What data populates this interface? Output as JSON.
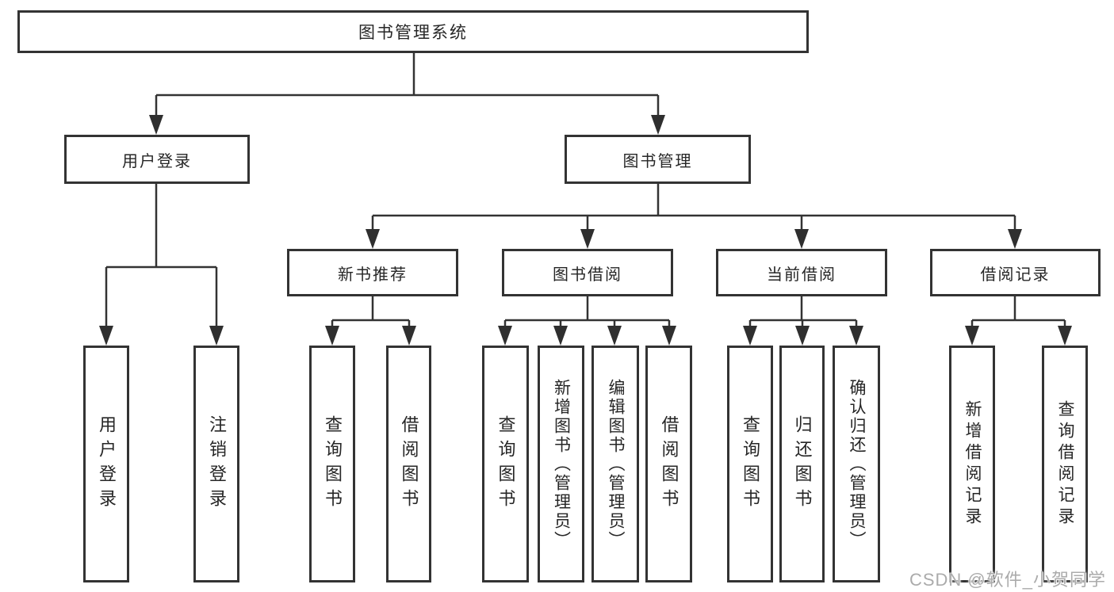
{
  "diagram": {
    "root": {
      "label": "图书管理系统"
    },
    "branches": [
      {
        "label": "用户登录",
        "children": [
          {
            "label": "用户登录"
          },
          {
            "label": "注销登录"
          }
        ]
      },
      {
        "label": "图书管理",
        "children": [
          {
            "label": "新书推荐",
            "children": [
              {
                "label": "查询图书"
              },
              {
                "label": "借阅图书"
              }
            ]
          },
          {
            "label": "图书借阅",
            "children": [
              {
                "label": "查询图书"
              },
              {
                "label": "新增图书（管理员）"
              },
              {
                "label": "编辑图书（管理员）"
              },
              {
                "label": "借阅图书"
              }
            ]
          },
          {
            "label": "当前借阅",
            "children": [
              {
                "label": "查询图书"
              },
              {
                "label": "归还图书"
              },
              {
                "label": "确认归还（管理员）"
              }
            ]
          },
          {
            "label": "借阅记录",
            "children": [
              {
                "label": "新增借阅记录"
              },
              {
                "label": "查询借阅记录"
              }
            ]
          }
        ]
      }
    ]
  },
  "watermark": {
    "text": "CSDN @软件_小贺同学"
  },
  "colors": {
    "line": "#333333",
    "text": "#262626",
    "background": "#ffffff",
    "watermark": "#ababab"
  }
}
